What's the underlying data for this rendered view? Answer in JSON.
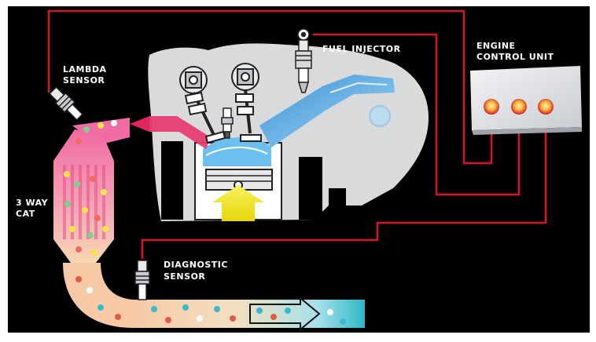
{
  "labels": {
    "lambda_line1": "LAMBDA",
    "lambda_line2": "SENSOR",
    "injector": "FUEL INJECTOR",
    "ecu_line1": "ENGINE",
    "ecu_line2": "CONTROL UNIT",
    "cat_line1": "3 WAY",
    "cat_line2": "CAT",
    "diag_line1": "DIAGNOSTIC",
    "diag_line2": "SENSOR"
  },
  "colors": {
    "background": "#000000",
    "frame": "#ffffff",
    "wire": "#d4142a",
    "engine_block": "#d8dadc",
    "ecu_panel": "#e4e6e9",
    "intake_flow": "#5fb4ea",
    "exhaust_flow": "#e83d6f",
    "piston_arrow": "#f3ea1b",
    "ecu_led": "#f7b23a"
  },
  "icons": [
    "lambda-sensor-icon",
    "fuel-injector-icon",
    "diagnostic-sensor-icon",
    "ecu-led-icon",
    "piston-arrow-icon"
  ]
}
